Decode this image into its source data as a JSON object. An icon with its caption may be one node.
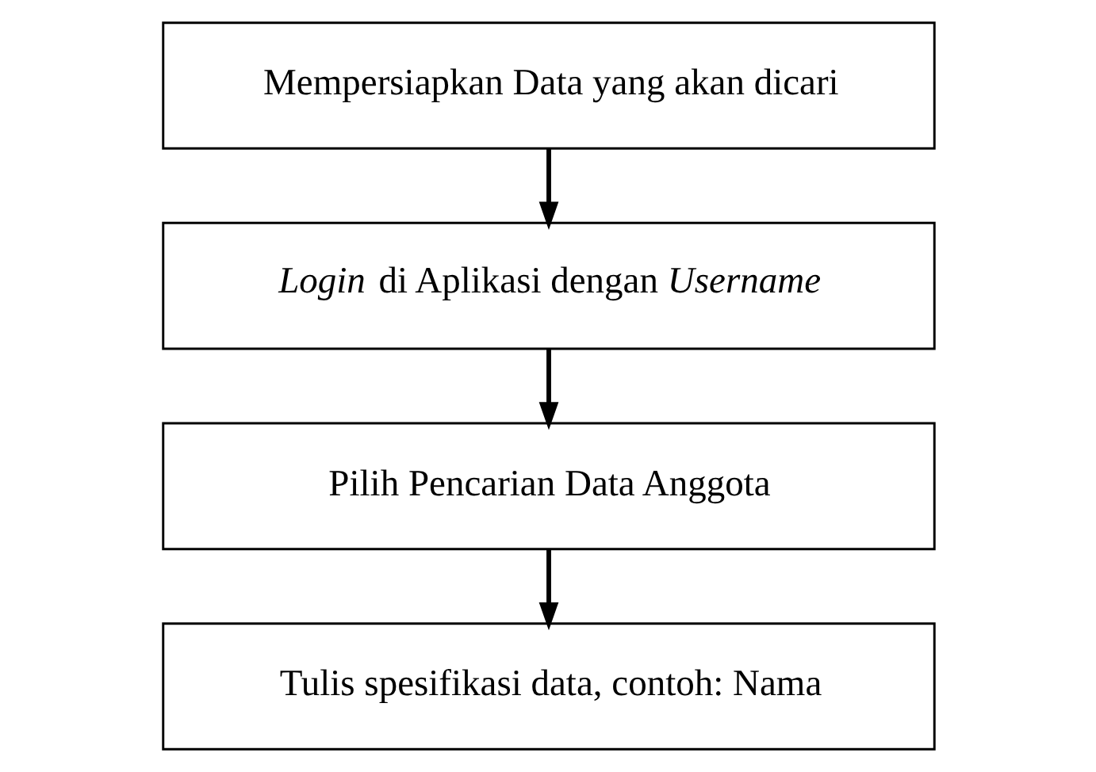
{
  "diagram": {
    "nodes": [
      {
        "text": [
          "Mempersiapkan Data yang akan dicari"
        ]
      },
      {
        "text": [
          "*Login* di Aplikasi dengan *Username*"
        ]
      },
      {
        "text": [
          "Pilih Pencarian Data Anggota"
        ]
      },
      {
        "text": [
          "Tulis spesifikasi data, contoh: Nama"
        ]
      }
    ],
    "edges": [
      {
        "from": 0,
        "to": 1,
        "arrow": "to"
      },
      {
        "from": 1,
        "to": 2,
        "arrow": "to"
      },
      {
        "from": 2,
        "to": 3,
        "arrow": "to"
      }
    ]
  }
}
